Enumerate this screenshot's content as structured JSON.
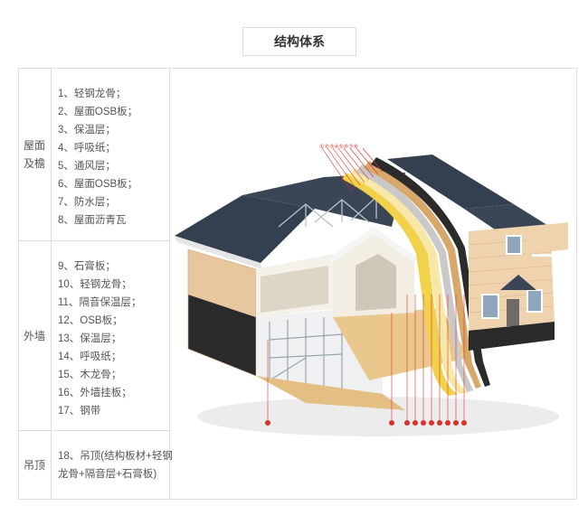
{
  "title": "结构体系",
  "sections": [
    {
      "category": "屋面及檐",
      "items": [
        "1、轻钢龙骨；",
        "2、屋面OSB板；",
        "3、保温层；",
        "4、呼吸纸；",
        "5、通风层；",
        "6、屋面OSB板；",
        "7、防水层；",
        "8、屋面沥青瓦"
      ]
    },
    {
      "category": "外墙",
      "items": [
        "9、石膏板；",
        "10、轻钢龙骨；",
        "11、隔音保温层；",
        "12、OSB板；",
        "13、保温层；",
        "14、呼吸纸；",
        "15、木龙骨；",
        "16、外墙挂板；",
        "17、钢带"
      ]
    },
    {
      "category": "吊顶",
      "items": [
        "18、吊顶(结构板材+轻钢",
        "龙骨+隔音层+石膏板)"
      ]
    }
  ],
  "callout_top": "①②③④⑤⑥⑦⑧",
  "colors": {
    "accent": "#d9312b",
    "roof": "#2f3b4d",
    "siding": "#e9c9a3",
    "insulation": "#f2d24a",
    "border": "#dedede"
  }
}
